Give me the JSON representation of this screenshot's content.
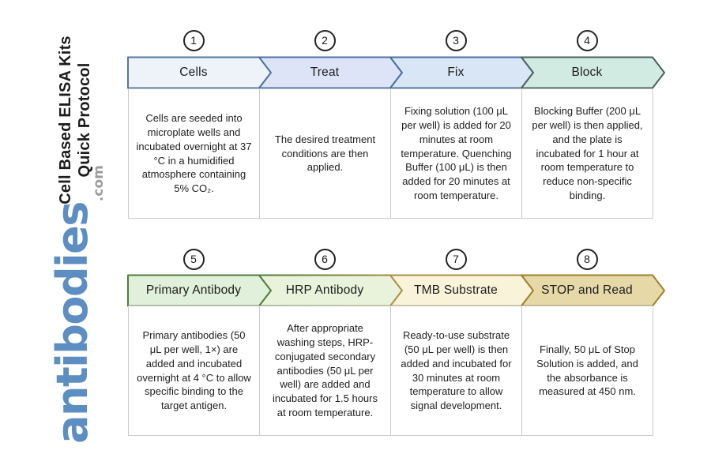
{
  "sidebar": {
    "title_line1": "Cell Based ELISA Kits",
    "title_line2": "Quick Protocol",
    "brand": "antibodies",
    "brand_suffix": ".com"
  },
  "colors": {
    "brand_blue": "#5c8ec2",
    "brand_suffix_gray": "#9b9b9b",
    "box_border": "#c7c9cc",
    "circle_border": "#222222",
    "row1_fills": [
      "#eef3fa",
      "#dee4f7",
      "#d8e6f6",
      "#d2ebe2"
    ],
    "row1_strokes": [
      "#51779f",
      "#4c72a6",
      "#48709f",
      "#48625d"
    ],
    "row2_fills": [
      "#e0f0da",
      "#e9f3db",
      "#f8f3d9",
      "#e6d9a7"
    ],
    "row2_strokes": [
      "#4f7c3a",
      "#6f8a42",
      "#ad9049",
      "#9e812d"
    ]
  },
  "rows": [
    {
      "steps": [
        {
          "number": "1",
          "label": "Cells",
          "description": "Cells are seeded into microplate wells and incubated overnight at 37 °C in a humidified atmosphere containing 5% CO₂."
        },
        {
          "number": "2",
          "label": "Treat",
          "description": "The desired treatment conditions are then applied."
        },
        {
          "number": "3",
          "label": "Fix",
          "description": "Fixing solution (100 μL per well) is added for 20 minutes at room temperature. Quenching Buffer (100 μL) is then added for 20 minutes at room temperature."
        },
        {
          "number": "4",
          "label": "Block",
          "description": "Blocking Buffer (200 μL per well) is then applied, and the plate is incubated for 1 hour at room temperature to reduce non-specific binding."
        }
      ]
    },
    {
      "steps": [
        {
          "number": "5",
          "label": "Primary Antibody",
          "description": "Primary antibodies (50 μL per well, 1×) are added and incubated overnight at 4 °C to allow specific binding to the target antigen."
        },
        {
          "number": "6",
          "label": "HRP Antibody",
          "description": "After appropriate washing steps, HRP-conjugated secondary antibodies (50 μL per well) are added and incubated for 1.5 hours at room temperature."
        },
        {
          "number": "7",
          "label": "TMB Substrate",
          "description": "Ready-to-use substrate (50 μL per well) is then added and incubated for 30 minutes at room temperature to allow signal development."
        },
        {
          "number": "8",
          "label": "STOP and Read",
          "description": "Finally, 50 μL of Stop Solution is added, and the absorbance is measured at 450 nm."
        }
      ]
    }
  ]
}
